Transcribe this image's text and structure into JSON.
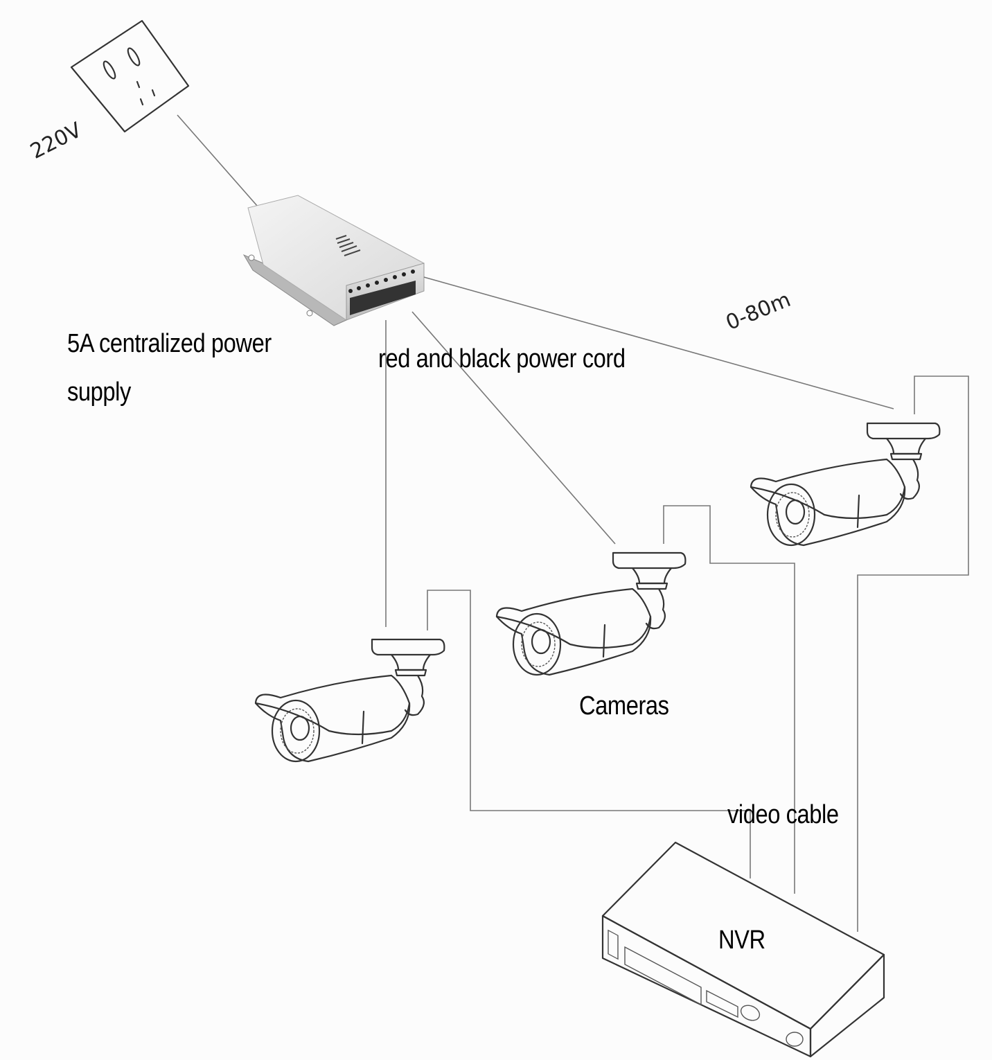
{
  "diagram": {
    "title": "Centralized power supply CCTV wiring diagram",
    "nodes": [
      {
        "id": "outlet",
        "label": "220V",
        "kind": "wall-outlet"
      },
      {
        "id": "psu",
        "label": "5A centralized power supply",
        "kind": "power-supply"
      },
      {
        "id": "cam1",
        "label": "",
        "kind": "bullet-camera"
      },
      {
        "id": "cam2",
        "label": "",
        "kind": "bullet-camera"
      },
      {
        "id": "cam3",
        "label": "",
        "kind": "bullet-camera"
      },
      {
        "id": "nvr",
        "label": "NVR",
        "kind": "recorder"
      }
    ],
    "edges": [
      {
        "from": "outlet",
        "to": "psu",
        "kind": "mains"
      },
      {
        "from": "psu",
        "to": "cam1",
        "kind": "power"
      },
      {
        "from": "psu",
        "to": "cam2",
        "kind": "power"
      },
      {
        "from": "psu",
        "to": "cam3",
        "kind": "power",
        "label": "0-80m"
      },
      {
        "from": "cam1",
        "to": "nvr",
        "kind": "video"
      },
      {
        "from": "cam2",
        "to": "nvr",
        "kind": "video"
      },
      {
        "from": "cam3",
        "to": "nvr",
        "kind": "video"
      }
    ]
  },
  "labels": {
    "voltage": "220V",
    "psu_line1": "5A centralized power",
    "psu_line2": "supply",
    "power_cord": "red and black power cord",
    "distance": "0-80m",
    "cameras": "Cameras",
    "video_cable": "video cable",
    "nvr": "NVR"
  }
}
